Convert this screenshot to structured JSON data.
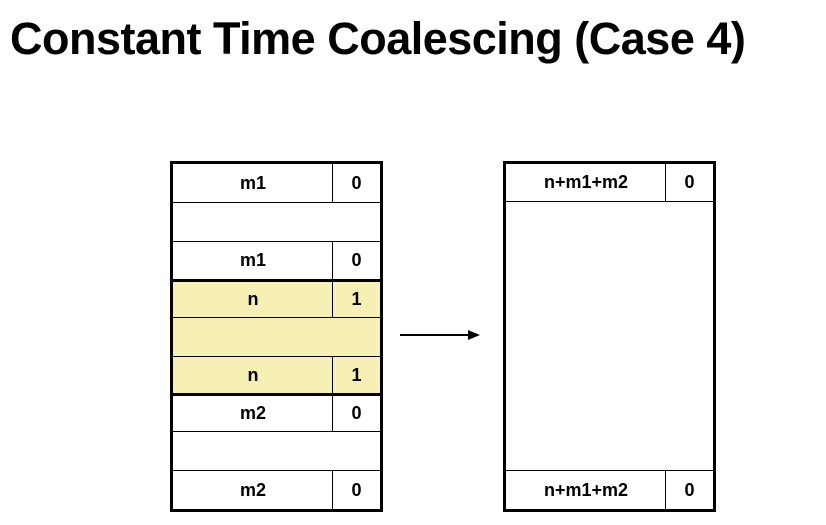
{
  "title": "Constant Time Coalescing (Case 4)",
  "before": {
    "rows": [
      {
        "size": "m1",
        "flag": "0"
      },
      {
        "size": "",
        "flag": null
      },
      {
        "size": "m1",
        "flag": "0"
      },
      {
        "size": "n",
        "flag": "1"
      },
      {
        "size": "",
        "flag": null
      },
      {
        "size": "n",
        "flag": "1"
      },
      {
        "size": "m2",
        "flag": "0"
      },
      {
        "size": "",
        "flag": null
      },
      {
        "size": "m2",
        "flag": "0"
      }
    ]
  },
  "after": {
    "header": {
      "size": "n+m1+m2",
      "flag": "0"
    },
    "footer": {
      "size": "n+m1+m2",
      "flag": "0"
    }
  },
  "colors": {
    "allocated_block": "#f7f0b5",
    "free_block": "#ffffff"
  }
}
